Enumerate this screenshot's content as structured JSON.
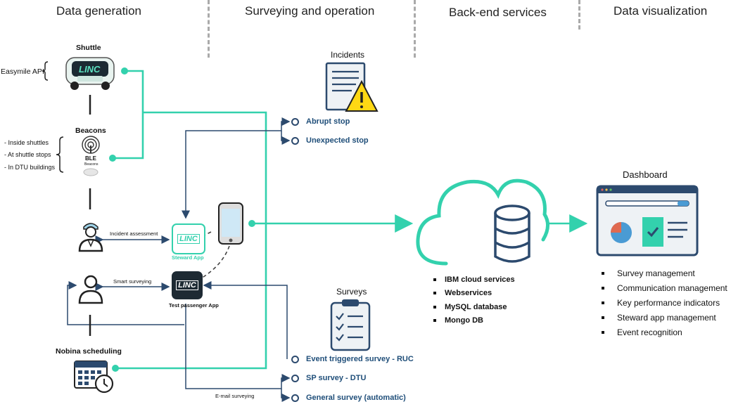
{
  "columns": [
    "Data generation",
    "Surveying and operation",
    "Back-end services",
    "Data visualization"
  ],
  "shuttle": {
    "title": "Shuttle",
    "api_label": "Easymile API",
    "logo_text": "LINC"
  },
  "beacons": {
    "title": "Beacons",
    "locations": [
      "- Inside shuttles",
      "- At shuttle stops",
      "- In DTU buildings"
    ],
    "ble_label": "BLE",
    "ble_sub": "Beacons"
  },
  "steward": {
    "assessment_label": "Incident assessment",
    "app_label": "Steward App",
    "logo_text": "LINC"
  },
  "passenger": {
    "surveying_label": "Smart surveying",
    "app_label": "Test passenger App",
    "logo_text": "LINC"
  },
  "scheduling": {
    "title": "Nobina scheduling"
  },
  "email_label": "E-mail surveying",
  "incidents": {
    "title": "Incidents",
    "items": [
      "Abrupt stop",
      "Unexpected stop"
    ]
  },
  "surveys": {
    "title": "Surveys",
    "items": [
      "Event triggered survey - RUC",
      "SP survey - DTU",
      "General survey (automatic)"
    ]
  },
  "backend": {
    "items": [
      "IBM cloud services",
      "Webservices",
      "MySQL database",
      "Mongo DB"
    ]
  },
  "dashboard": {
    "title": "Dashboard",
    "items": [
      "Survey management",
      "Communication management",
      "Key performance indicators",
      "Steward app management",
      "Event recognition"
    ]
  },
  "colors": {
    "teal": "#33d1ad",
    "navy": "#2c4a6e",
    "dark": "#1e2a33"
  }
}
